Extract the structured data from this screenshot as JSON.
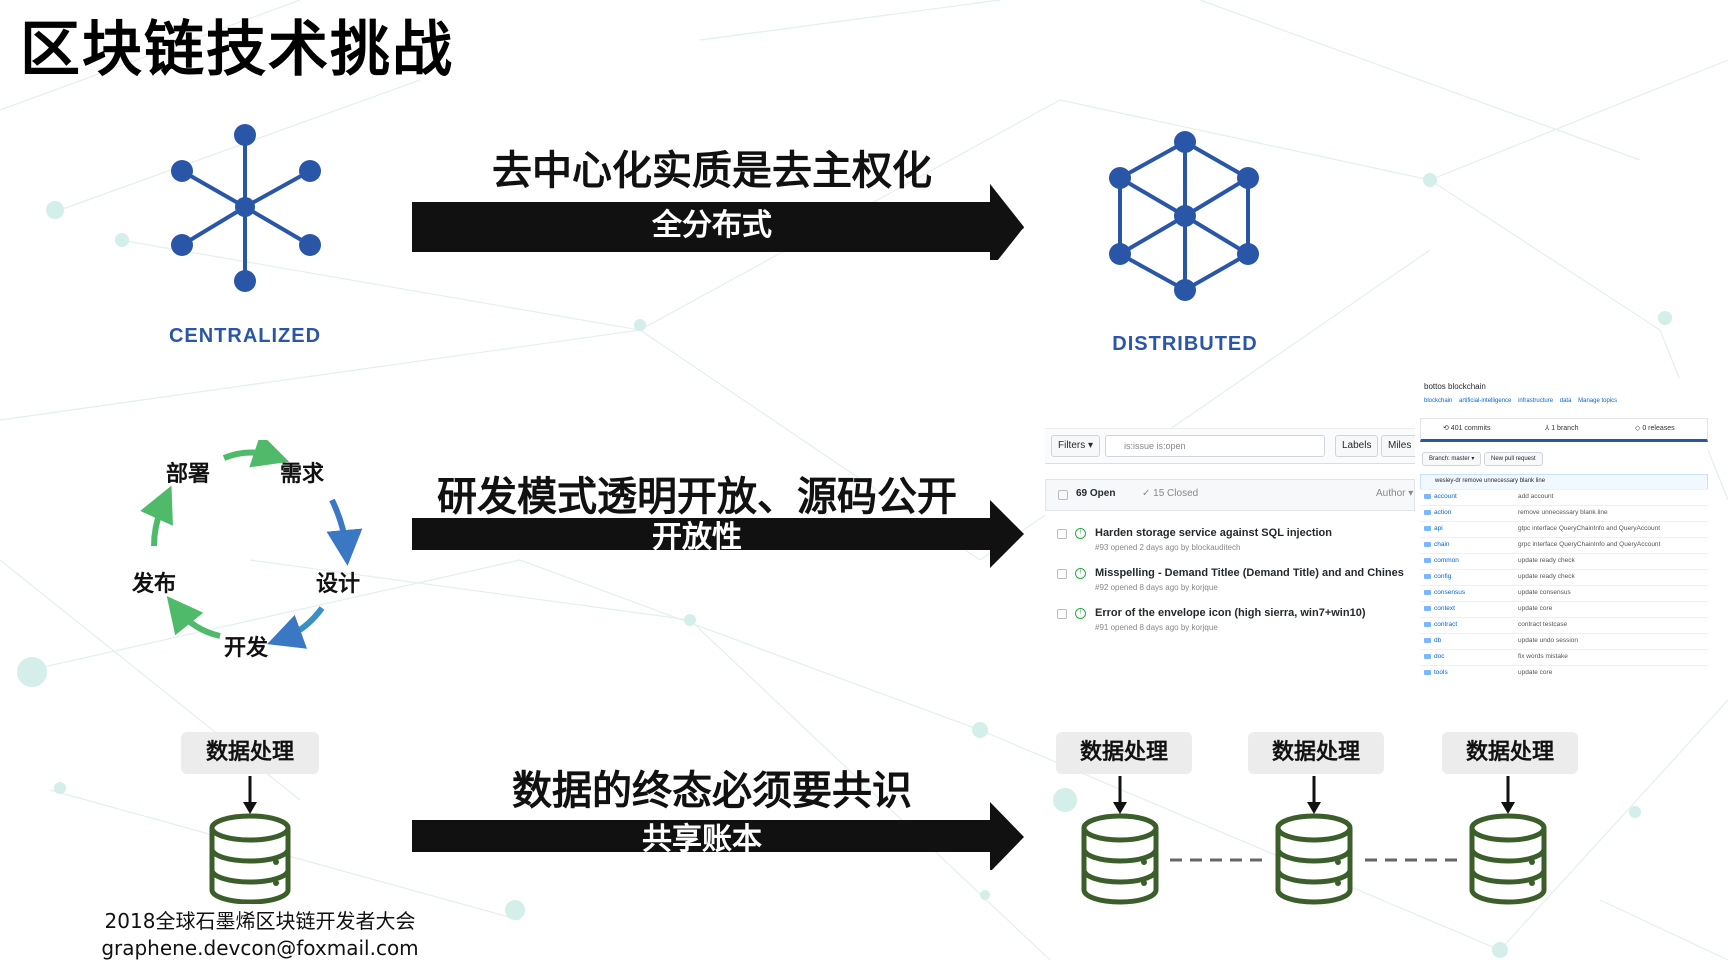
{
  "slide_title": "区块链技术挑战",
  "rows": [
    {
      "heading": "去中心化实质是去主权化",
      "label": "全分布式"
    },
    {
      "heading": "研发模式透明开放、源码公开",
      "label": "开放性"
    },
    {
      "heading": "数据的终态必须要共识",
      "label": "共享账本"
    }
  ],
  "centralized_label": "CENTRALIZED",
  "distributed_label": "DISTRIBUTED",
  "cycle": {
    "deploy": "部署",
    "requirement": "需求",
    "design": "设计",
    "develop": "开发",
    "release": "发布"
  },
  "data_processing": "数据处理",
  "footer": {
    "conference": "2018全球石墨烯区块链开发者大会",
    "email": "graphene.devcon@foxmail.com"
  },
  "issues_screenshot": {
    "filters": "Filters ▾",
    "search_value": "is:issue is:open",
    "labels": "Labels",
    "milestones": "Miles",
    "open_count": "69 Open",
    "closed_count": "✓ 15 Closed",
    "author": "Author ▾",
    "issues": [
      {
        "title": "Harden storage service against SQL injection",
        "meta": "#93 opened 2 days ago by blockauditech"
      },
      {
        "title": "Misspelling - Demand Titlee (Demand Title) and and Chines",
        "meta": "#92 opened 8 days ago by korjque"
      },
      {
        "title": "Error of the envelope icon (high sierra, win7+win10)",
        "meta": "#91 opened 8 days ago by korjque"
      }
    ]
  },
  "repo_screenshot": {
    "repo_name": "bottos blockchain",
    "topics": [
      "blockchain",
      "artificial-intelligence",
      "infrastructure",
      "data",
      "Manage topics"
    ],
    "commits": "⟲ 401 commits",
    "branches": "⅄ 1 branch",
    "releases": "◇ 0 releases",
    "branch_button": "Branch: master ▾",
    "new_pr": "New pull request",
    "latest_commit": "wesley-dr remove unnecessary blank line",
    "files": [
      {
        "name": "account",
        "msg": "add account"
      },
      {
        "name": "action",
        "msg": "remove unnecessary blank line"
      },
      {
        "name": "api",
        "msg": "gtpc interface QueryChainInfo and QueryAccount"
      },
      {
        "name": "chain",
        "msg": "grpc interface QueryChainInfo and QueryAccount"
      },
      {
        "name": "common",
        "msg": "update ready check"
      },
      {
        "name": "config",
        "msg": "update ready check"
      },
      {
        "name": "consensus",
        "msg": "update consensus"
      },
      {
        "name": "context",
        "msg": "update core"
      },
      {
        "name": "contract",
        "msg": "contract testcase"
      },
      {
        "name": "db",
        "msg": "update undo session"
      },
      {
        "name": "doc",
        "msg": "fix words mistake"
      },
      {
        "name": "tools",
        "msg": "update core"
      }
    ]
  },
  "colors": {
    "node_blue": "#2a56a8",
    "cycle_green": "#4fba6a",
    "cycle_blue": "#3b78c4",
    "db_green": "#3b5e2b",
    "arrow": "#111111"
  }
}
